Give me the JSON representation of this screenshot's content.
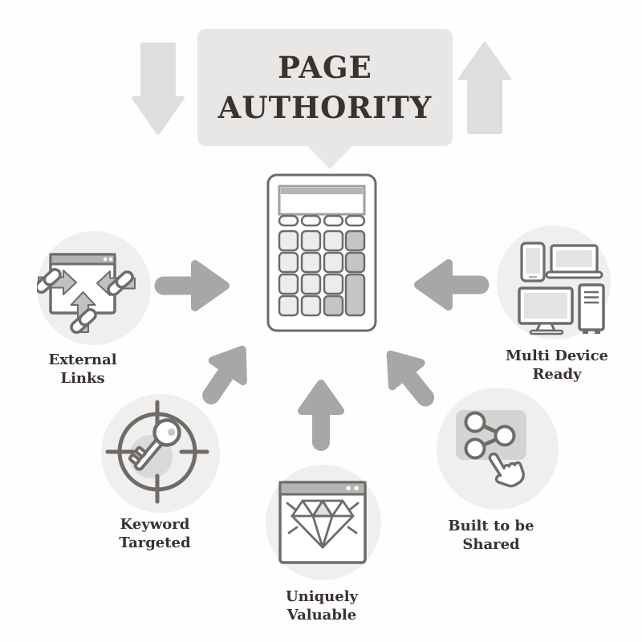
{
  "title": {
    "text": "PAGE\nAUTHORITY"
  },
  "center": {
    "icon": "calculator-icon",
    "meaning": "page authority calculation"
  },
  "factors": [
    {
      "id": "external-links",
      "label": "External\nLinks",
      "icon": "inbound-links-browser-icon"
    },
    {
      "id": "keyword-targeted",
      "label": "Keyword\nTargeted",
      "icon": "key-target-icon"
    },
    {
      "id": "uniquely-valuable",
      "label": "Uniquely\nValuable",
      "icon": "diamond-browser-icon"
    },
    {
      "id": "built-to-be-shared",
      "label": "Built to be\nShared",
      "icon": "share-tap-icon"
    },
    {
      "id": "multi-device-ready",
      "label": "Multi Device\nReady",
      "icon": "multi-device-icon"
    }
  ],
  "decorations": [
    "down-arrow",
    "up-arrow",
    "speech-bubble"
  ],
  "colors": {
    "background": "#fefefe",
    "bubble_gray": "#e8e7e5",
    "decorative_arrow_gray": "#dfdedc",
    "flow_arrow_gray": "#a8a7a5",
    "node_circle_gray": "#f0efed",
    "icon_stroke_gray": "#6e6b68",
    "icon_fill_gray": "#c6c5c3",
    "titlebar_gray": "#b5b4b2",
    "text_dark": "#3a322e"
  }
}
